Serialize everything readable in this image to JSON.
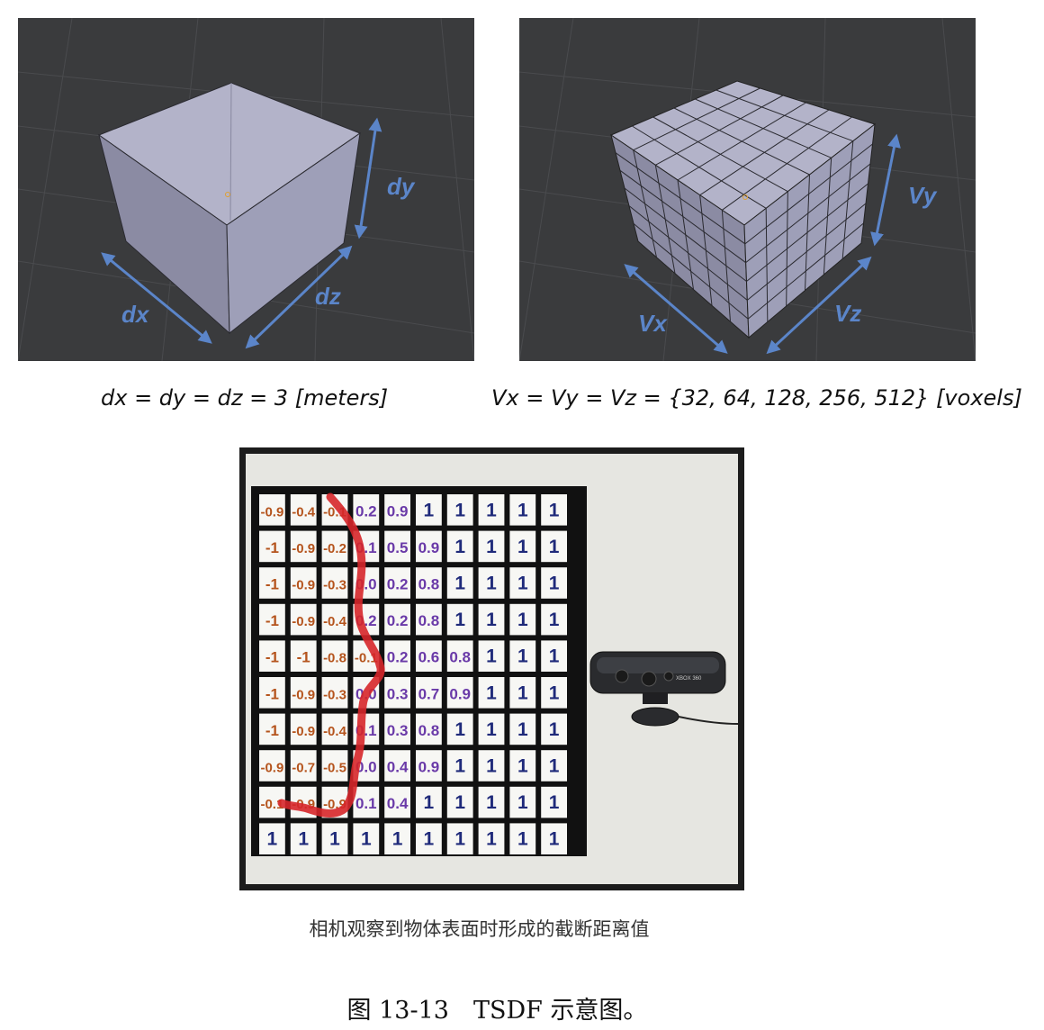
{
  "left_panel": {
    "labels": {
      "dx": "dx",
      "dy": "dy",
      "dz": "dz"
    },
    "caption": "dx = dy = dz = 3 [meters]"
  },
  "right_panel": {
    "labels": {
      "vx": "Vx",
      "vy": "Vy",
      "vz": "Vz"
    },
    "caption": "Vx = Vy = Vz = {32, 64, 128, 256, 512} [voxels]",
    "grid_divisions": 6
  },
  "tsdf_grid": {
    "rows": [
      [
        "-0.9",
        "-0.4",
        "-0.1",
        "0.2",
        "0.9",
        "1",
        "1",
        "1",
        "1",
        "1"
      ],
      [
        "-1",
        "-0.9",
        "-0.2",
        "0.1",
        "0.5",
        "0.9",
        "1",
        "1",
        "1",
        "1"
      ],
      [
        "-1",
        "-0.9",
        "-0.3",
        "0.0",
        "0.2",
        "0.8",
        "1",
        "1",
        "1",
        "1"
      ],
      [
        "-1",
        "-0.9",
        "-0.4",
        "0.2",
        "0.2",
        "0.8",
        "1",
        "1",
        "1",
        "1"
      ],
      [
        "-1",
        "-1",
        "-0.8",
        "-0.1",
        "0.2",
        "0.6",
        "0.8",
        "1",
        "1",
        "1"
      ],
      [
        "-1",
        "-0.9",
        "-0.3",
        "0.0",
        "0.3",
        "0.7",
        "0.9",
        "1",
        "1",
        "1"
      ],
      [
        "-1",
        "-0.9",
        "-0.4",
        "0.1",
        "0.3",
        "0.8",
        "1",
        "1",
        "1",
        "1"
      ],
      [
        "-0.9",
        "-0.7",
        "-0.5",
        "0.0",
        "0.4",
        "0.9",
        "1",
        "1",
        "1",
        "1"
      ],
      [
        "-0.1",
        "-0.9",
        "-0.9",
        "0.1",
        "0.4",
        "1",
        "1",
        "1",
        "1",
        "1"
      ],
      [
        "1",
        "1",
        "1",
        "1",
        "1",
        "1",
        "1",
        "1",
        "1",
        "1"
      ]
    ],
    "colors": {
      "negative": "#b5541d",
      "positive": "#6a3aa8",
      "one": "#1f2a7a",
      "surface": "#d6262a"
    }
  },
  "sensor": {
    "brand_text": "XBOX 360"
  },
  "sub_caption": "相机观察到物体表面时形成的截断距离值",
  "figure_caption": "图 13-13　TSDF 示意图。"
}
